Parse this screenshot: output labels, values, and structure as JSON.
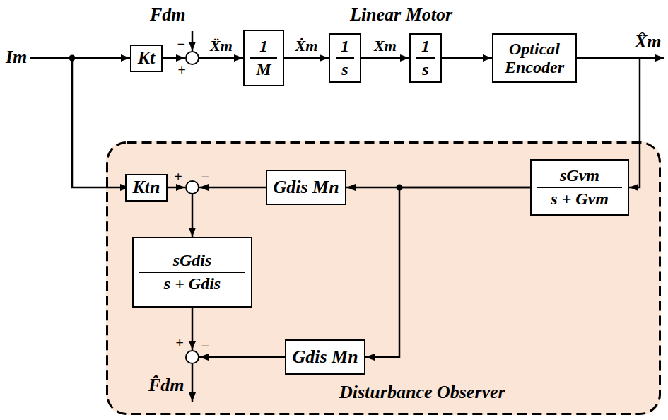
{
  "diagram": {
    "nodes": [
      {
        "text": [
          "Kt"
        ]
      },
      {
        "text": [
          "+",
          "−"
        ]
      },
      {
        "text": [
          "1",
          "M"
        ]
      },
      {
        "text": [
          "1",
          "s"
        ]
      },
      {
        "text": [
          "1",
          "s"
        ]
      },
      {
        "text": [
          "Optical Encoder"
        ]
      },
      {
        "text": [
          "Disturbance Observer"
        ]
      },
      {
        "text": [
          "Ktn"
        ],
        "in": 6
      },
      {
        "text": [
          "+",
          "−"
        ],
        "in": 6
      },
      {
        "text": [
          "Gdis Mn"
        ],
        "in": 6
      },
      {
        "text": [
          "sGvm",
          "s + Gvm"
        ],
        "in": 6
      },
      {
        "text": [
          "sGdis",
          "s + Gdis"
        ],
        "in": 6
      },
      {
        "text": [
          "+",
          "−"
        ],
        "in": 6
      },
      {
        "text": [
          "Gdis Mn"
        ],
        "in": 6
      }
    ],
    "edges": [
      {
        "from": 0,
        "to": 1,
        "arrow": "to"
      },
      {
        "from": 1,
        "to": 2,
        "arrow": "to",
        "label": "Ẍm"
      },
      {
        "from": 2,
        "to": 3,
        "arrow": "to",
        "label": "Ẋm"
      },
      {
        "from": 3,
        "to": 4,
        "arrow": "to",
        "label": "Xm"
      },
      {
        "from": 4,
        "to": 5,
        "arrow": "to"
      },
      {
        "from": 5,
        "to": 10,
        "arrow": "to"
      },
      {
        "from": 10,
        "to": 9,
        "arrow": "to"
      },
      {
        "from": 10,
        "to": 13,
        "arrow": "to"
      },
      {
        "from": 9,
        "to": 8,
        "arrow": "to"
      },
      {
        "from": 7,
        "to": 8,
        "arrow": "to"
      },
      {
        "from": 8,
        "to": 11,
        "arrow": "to"
      },
      {
        "from": 11,
        "to": 12,
        "arrow": "to"
      },
      {
        "from": 13,
        "to": 12,
        "arrow": "to"
      }
    ],
    "labels": [
      "Im",
      "Fdm",
      "Linear Motor",
      "X̂m",
      "F̂dm"
    ]
  }
}
